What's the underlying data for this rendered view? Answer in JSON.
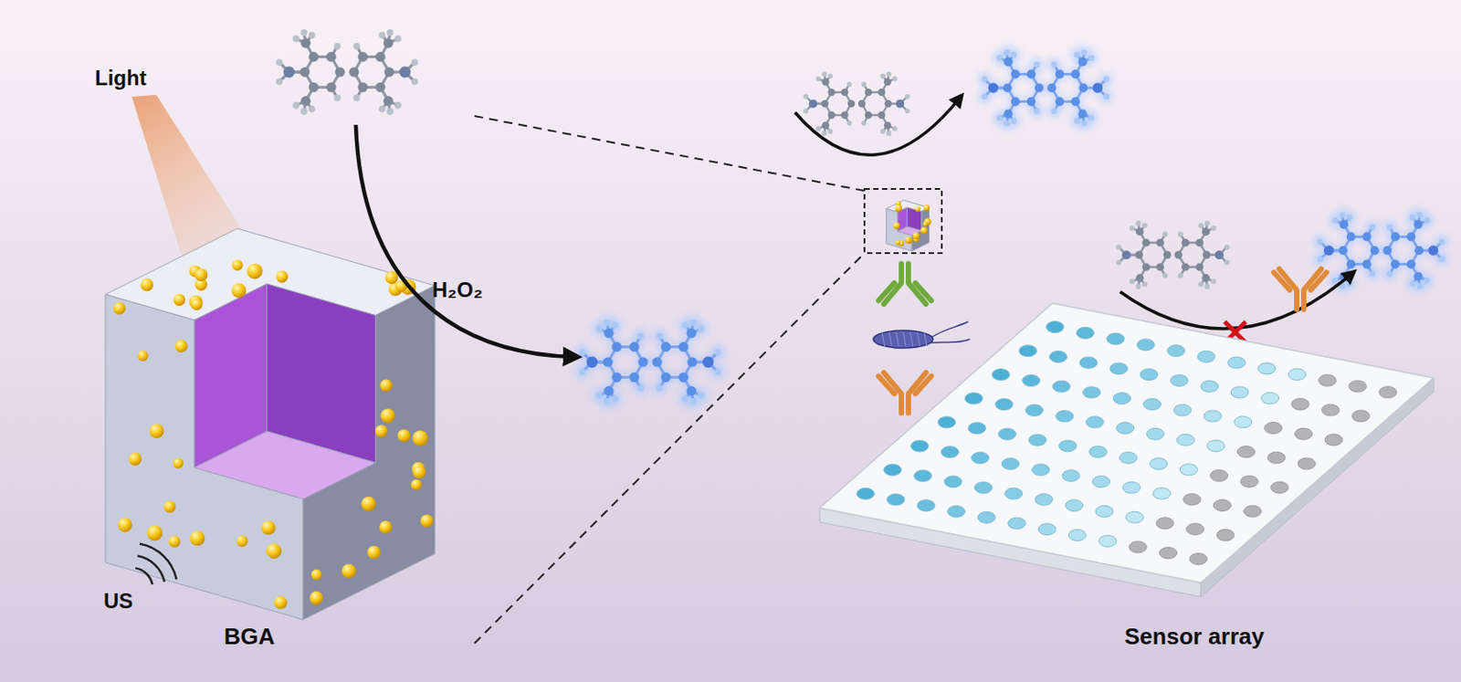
{
  "diagram": {
    "labels": [
      "Light",
      "H₂O₂",
      "US",
      "BGA",
      "Sensor array"
    ]
  }
}
